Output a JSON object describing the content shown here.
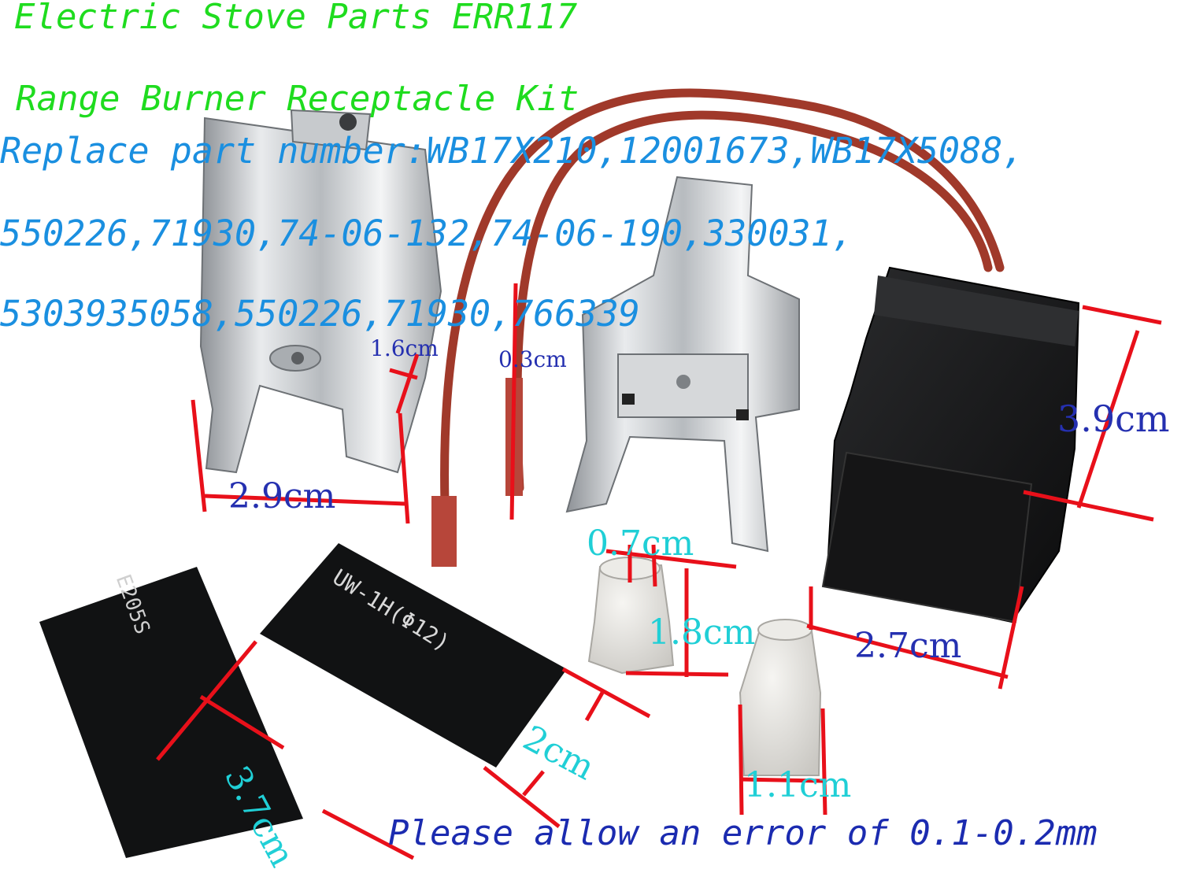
{
  "title_line1": "Electric Stove Parts ERR117",
  "title_line2": "Range Burner Receptacle Kit",
  "parts_line1": "Replace part number:WB17X210,12001673,WB17X5088,",
  "parts_line2": "550226,71930,74-06-132,74-06-190,330031,",
  "parts_line3": "5303935058,550226,71930,766339",
  "note": "Please allow an error of 0.1-0.2mm",
  "dimensions": {
    "clip_height": "1.6cm",
    "wire_thickness": "0.3cm",
    "clip_width": "2.9cm",
    "block_height": "3.9cm",
    "cap_top": "0.7cm",
    "cap_height": "1.8cm",
    "block_width": "2.7cm",
    "sleeve_length": "3.7cm",
    "sleeve_width": "2cm",
    "cap_base": "1.1cm"
  },
  "colors": {
    "title": "#1fdc1f",
    "parts": "#1a8fe0",
    "note": "#1b2bb0",
    "dimension_navy": "#2530b0",
    "dimension_cyan": "#20cfd6",
    "measure_line": "#e8101a",
    "wire": "#a0392a"
  }
}
